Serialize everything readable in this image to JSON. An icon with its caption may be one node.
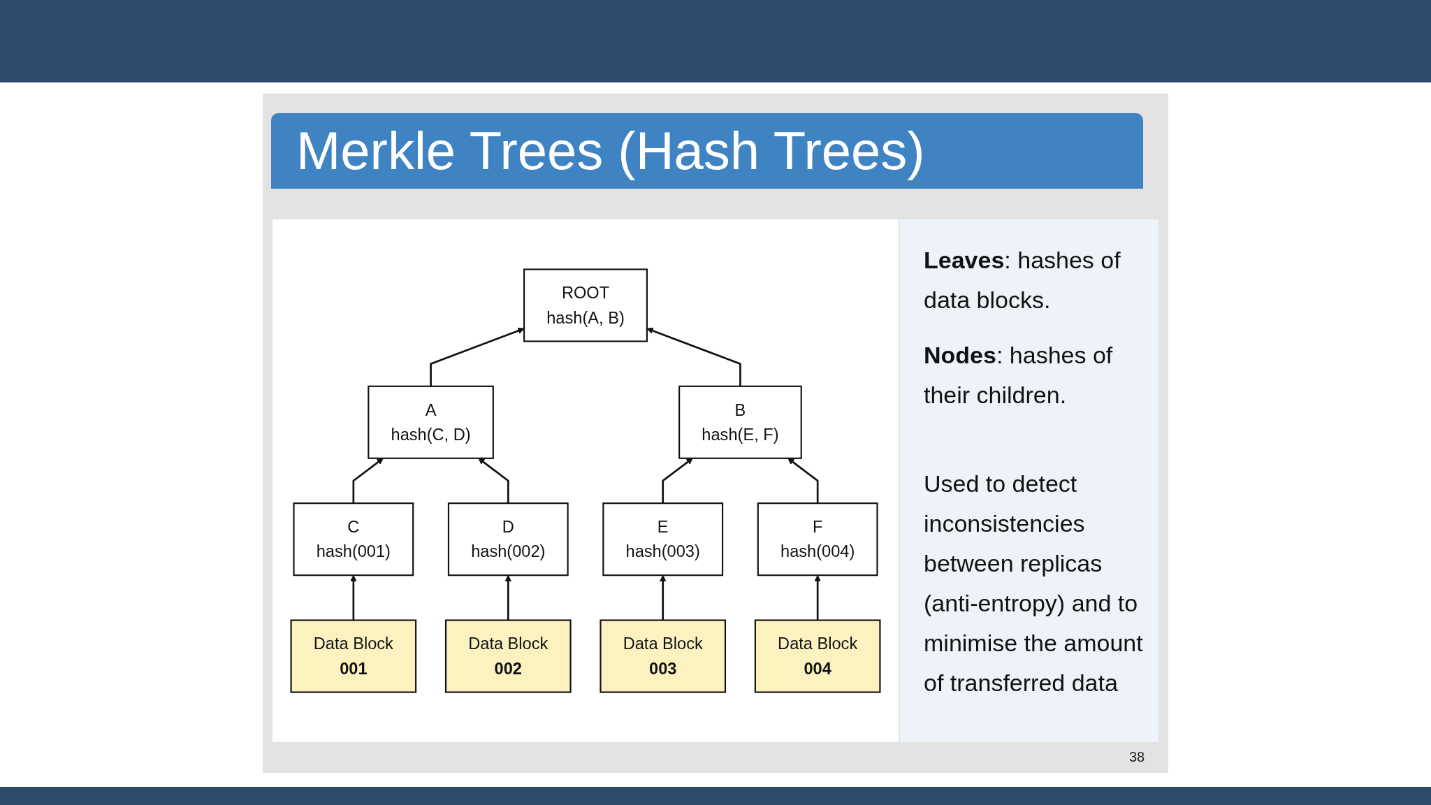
{
  "diagram": {
    "title": "Merkle Trees (Hash Trees)",
    "nodes": [
      {
        "text": [
          "ROOT",
          "hash(A, B)"
        ]
      },
      {
        "text": [
          "A",
          "hash(C, D)"
        ]
      },
      {
        "text": [
          "B",
          "hash(E, F)"
        ]
      },
      {
        "text": [
          "C",
          "hash(001)"
        ]
      },
      {
        "text": [
          "D",
          "hash(002)"
        ]
      },
      {
        "text": [
          "E",
          "hash(003)"
        ]
      },
      {
        "text": [
          "F",
          "hash(004)"
        ]
      },
      {
        "text": [
          "Data Block",
          "001"
        ]
      },
      {
        "text": [
          "Data Block",
          "002"
        ]
      },
      {
        "text": [
          "Data Block",
          "003"
        ]
      },
      {
        "text": [
          "Data Block",
          "004"
        ]
      }
    ],
    "edges": [
      {
        "from": 1,
        "to": 0,
        "arrow": "to"
      },
      {
        "from": 2,
        "to": 0,
        "arrow": "to"
      },
      {
        "from": 3,
        "to": 1,
        "arrow": "to"
      },
      {
        "from": 4,
        "to": 1,
        "arrow": "to"
      },
      {
        "from": 5,
        "to": 2,
        "arrow": "to"
      },
      {
        "from": 6,
        "to": 2,
        "arrow": "to"
      },
      {
        "from": 7,
        "to": 3,
        "arrow": "to"
      },
      {
        "from": 8,
        "to": 4,
        "arrow": "to"
      },
      {
        "from": 9,
        "to": 5,
        "arrow": "to"
      },
      {
        "from": 10,
        "to": 6,
        "arrow": "to"
      }
    ],
    "labels": [
      "**Leaves**: hashes of data blocks.",
      "**Nodes**: hashes of their children.",
      "Used to detect inconsistencies between replicas (anti-entropy) and to minimise the amount of transferred data",
      "38"
    ]
  }
}
